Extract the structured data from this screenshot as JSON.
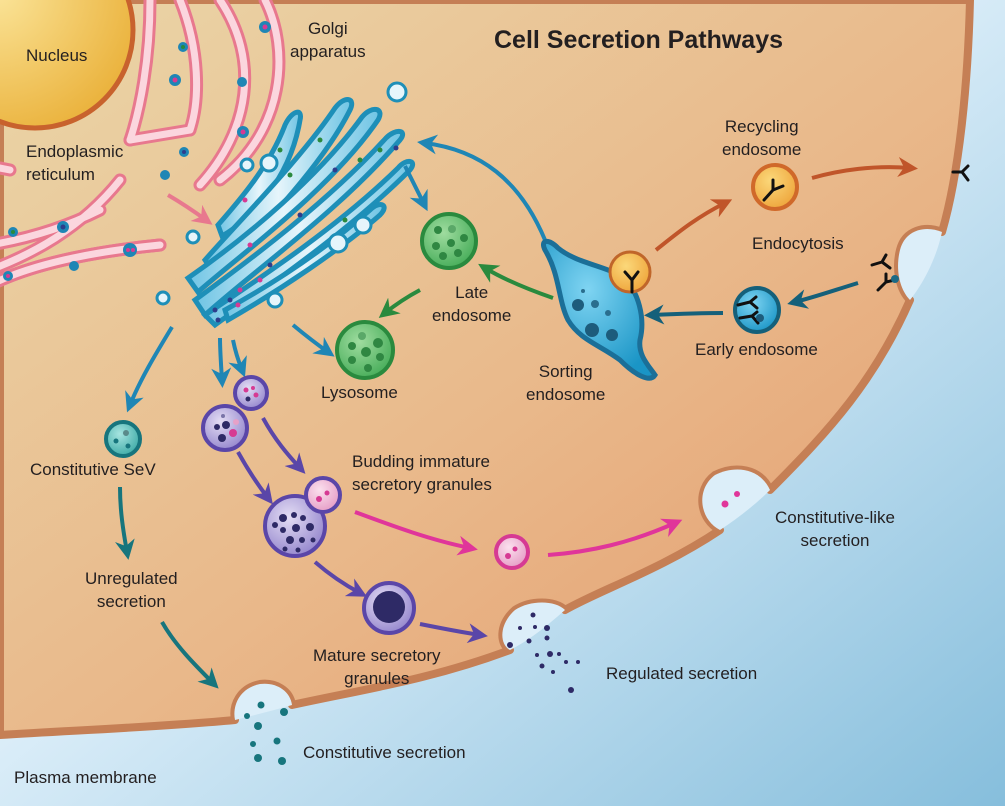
{
  "title": "Cell Secretion Pathways",
  "labels": {
    "nucleus": "Nucleus",
    "er": [
      "Endoplasmic",
      "reticulum"
    ],
    "golgi": [
      "Golgi",
      "apparatus"
    ],
    "recycling_endosome": [
      "Recycling",
      "endosome"
    ],
    "endocytosis": "Endocytosis",
    "late_endosome": [
      "Late",
      "endosome"
    ],
    "lysosome": "Lysosome",
    "sorting_endosome": [
      "Sorting",
      "endosome"
    ],
    "early_endosome": "Early endosome",
    "constitutive_sev": "Constitutive SeV",
    "budding_granules": [
      "Budding immature",
      "secretory granules"
    ],
    "unregulated_secretion": [
      "Unregulated",
      "secretion"
    ],
    "constitutive_like_secretion": [
      "Constitutive-like",
      "secretion"
    ],
    "mature_granules": [
      "Mature secretory",
      "granules"
    ],
    "regulated_secretion": "Regulated secretion",
    "constitutive_secretion": "Constitutive secretion",
    "plasma_membrane": "Plasma membrane"
  },
  "colors": {
    "cytoplasm_light": "#e8d0a4",
    "cytoplasm_dark": "#e6a174",
    "membrane": "#c57f55",
    "extracellular_light": "#dceef9",
    "extracellular_dark": "#8cc3df",
    "nucleus": "#f0b840",
    "er": "#f2a6b8",
    "golgi": "#1e8fb8",
    "endosome_green": "#2e9a47",
    "recycling_orange": "#e08a2a",
    "granule_purple": "#5a4aa8",
    "constitutive_teal": "#1a8a8a",
    "pink_path": "#e0359a",
    "arrow_red": "#c0552a"
  }
}
